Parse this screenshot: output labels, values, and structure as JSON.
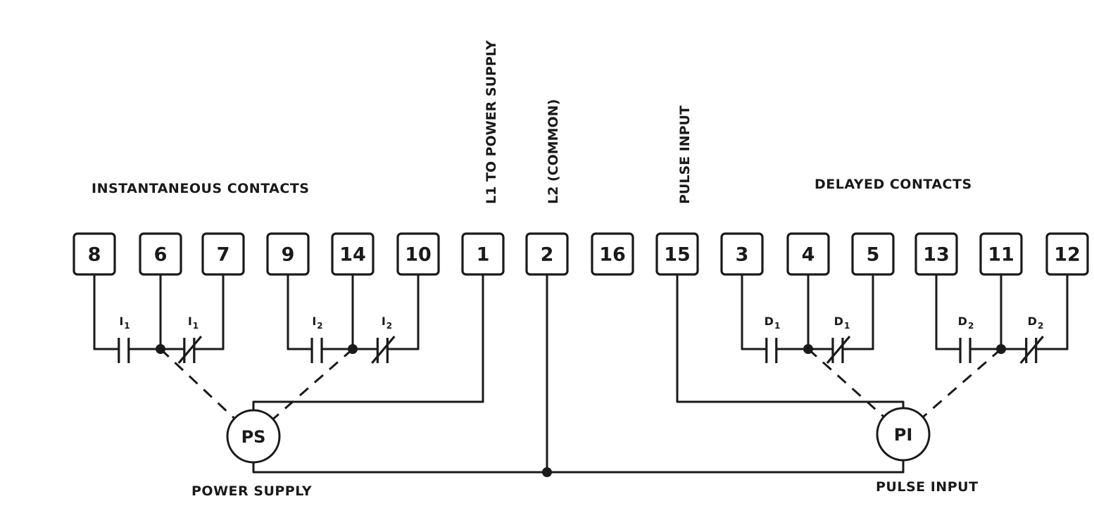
{
  "headings": {
    "instantaneous": "INSTANTANEOUS CONTACTS",
    "delayed": "DELAYED CONTACTS",
    "l1": "L1 TO POWER SUPPLY",
    "l2": "L2 (COMMON)",
    "pulse_top": "PULSE INPUT",
    "power_supply": "POWER SUPPLY",
    "pulse_bottom": "PULSE INPUT"
  },
  "terminals": [
    "8",
    "6",
    "7",
    "9",
    "14",
    "10",
    "1",
    "2",
    "16",
    "15",
    "3",
    "4",
    "5",
    "13",
    "11",
    "12"
  ],
  "contact_groups": [
    {
      "name": "I",
      "sub": "1",
      "terminals": [
        "8",
        "6",
        "7"
      ],
      "actuator": "PS"
    },
    {
      "name": "I",
      "sub": "2",
      "terminals": [
        "9",
        "14",
        "10"
      ],
      "actuator": "PS"
    },
    {
      "name": "D",
      "sub": "1",
      "terminals": [
        "3",
        "4",
        "5"
      ],
      "actuator": "PI"
    },
    {
      "name": "D",
      "sub": "2",
      "terminals": [
        "13",
        "11",
        "12"
      ],
      "actuator": "PI"
    }
  ],
  "motors": {
    "ps": {
      "label": "PS",
      "caption": "POWER SUPPLY"
    },
    "pi": {
      "label": "PI",
      "caption": "PULSE INPUT"
    }
  },
  "contact_types": {
    "left": "normally-open",
    "right": "normally-closed"
  }
}
